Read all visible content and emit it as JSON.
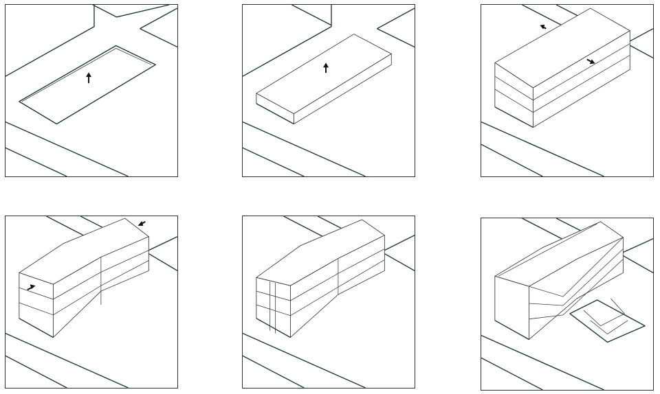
{
  "diagram": {
    "steps": [
      {
        "id": 1,
        "operation": "extrude",
        "icon": "up-arrow-icon"
      },
      {
        "id": 2,
        "operation": "extrude",
        "icon": "up-arrow-icon"
      },
      {
        "id": 3,
        "operation": "stack-and-stretch",
        "icon": "double-arrow-icon"
      },
      {
        "id": 4,
        "operation": "bend-ends",
        "icon": "double-arrow-icon"
      },
      {
        "id": 5,
        "operation": "facade-articulation",
        "icon": "none"
      },
      {
        "id": 6,
        "operation": "twisted-facade-and-plaza",
        "icon": "none"
      }
    ],
    "colors": {
      "line": "#1c3a33",
      "frame": "#2c3230",
      "background": "#ffffff"
    }
  }
}
